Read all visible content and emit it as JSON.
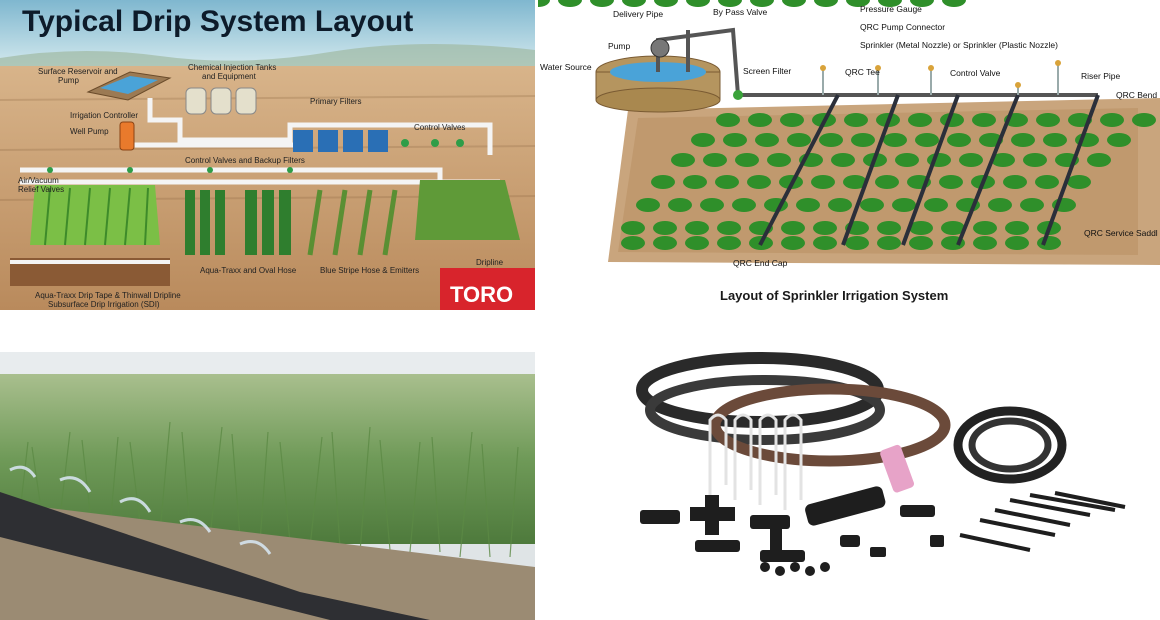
{
  "drip": {
    "title": "Typical Drip System Layout",
    "labels": {
      "reservoir_a": "Surface Reservoir and",
      "reservoir_b": "Pump",
      "chem_a": "Chemical Injection Tanks",
      "chem_b": "and Equipment",
      "irrigation_controller": "Irrigation Controller",
      "well_pump": "Well Pump",
      "primary_filters": "Primary Filters",
      "control_valves": "Control Valves",
      "control_backup": "Control Valves and Backup Filters",
      "air_a": "Air/Vacuum",
      "air_b": "Relief Valves",
      "aqua_traxx": "Aqua-Traxx and Oval Hose",
      "blue_stripe": "Blue Stripe Hose & Emitters",
      "dripline": "Dripline",
      "sdi_a": "Aqua-Traxx Drip Tape & Thinwall Dripline",
      "sdi_b": "Subsurface Drip Irrigation (SDI)"
    },
    "logo": "TORO",
    "colors": {
      "sky": "#8fc3d6",
      "soil": "#c49a6c",
      "pipe": "#f2f2f2",
      "filter": "#2a6fb5",
      "logo_bg": "#d8242c"
    }
  },
  "sprinkler": {
    "caption": "Layout of Sprinkler Irrigation System",
    "labels": {
      "delivery_pipe": "Delivery Pipe",
      "bypass_valve": "By Pass Valve",
      "pressure_gauge": "Pressure Gauge",
      "qrc_pump": "QRC Pump Connector",
      "sprinkler_nozzle": "Sprinkler (Metal Nozzle) or Sprinkler (Plastic Nozzle)",
      "pump": "Pump",
      "water_source": "Water Source",
      "screen_filter": "Screen Filter",
      "qrc_tee": "QRC Tee",
      "control_valve": "Control Valve",
      "riser_pipe": "Riser Pipe",
      "qrc_bend": "QRC Bend",
      "qrc_service": "QRC Service Saddl",
      "qrc_end_cap": "QRC End Cap"
    },
    "colors": {
      "field": "#c9a57d",
      "plant": "#2f8f2a",
      "pipe": "#2b2f3a"
    }
  },
  "field_photo": {
    "colors": {
      "grass": "#6f9a58",
      "pipe": "#2e2f33",
      "soil": "#9b8b73"
    }
  },
  "kit_photo": {
    "colors": {
      "tubing": "#2a2a2a",
      "brown_tube": "#6b4a3a",
      "pink_part": "#e7a3c8"
    }
  }
}
